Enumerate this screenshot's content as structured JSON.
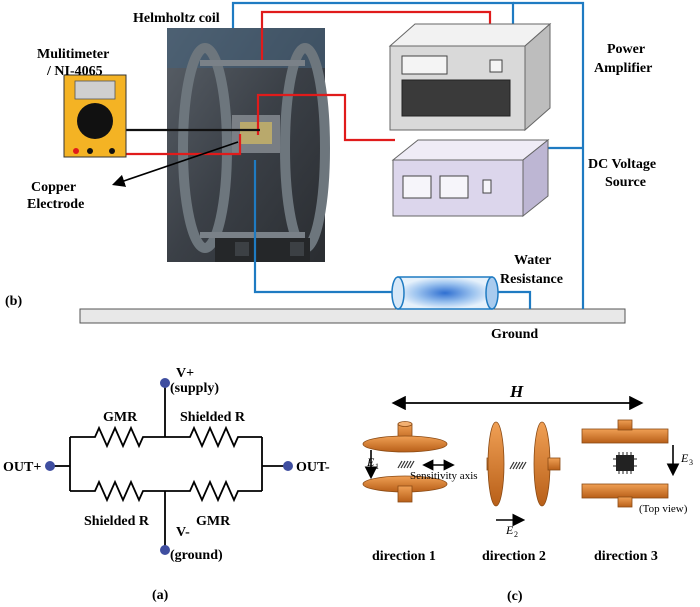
{
  "setup": {
    "helmholtz_coil": "Helmholtz coil",
    "multimeter_line1": "Mulitimeter",
    "multimeter_line2": "/ NI-4065",
    "power_amplifier_line1": "Power",
    "power_amplifier_line2": "Amplifier",
    "dc_source_line1": "DC Voltage",
    "dc_source_line2": "Source",
    "copper_electrode_line1": "Copper",
    "copper_electrode_line2": "Electrode",
    "water_resistance_line1": "Water",
    "water_resistance_line2": "Resistance",
    "ground": "Ground",
    "panel_label": "(b)"
  },
  "bridge": {
    "v_plus": "V+",
    "supply": "(supply)",
    "v_minus": "V-",
    "ground": "(ground)",
    "gmr_top_left": "GMR",
    "shielded_top_right": "Shielded R",
    "shielded_bottom_left": "Shielded R",
    "gmr_bottom_right": "GMR",
    "out_plus": "OUT+",
    "out_minus": "OUT-",
    "panel_label": "(a)"
  },
  "directions": {
    "field_label": "H",
    "e1": "E",
    "e1_sub": "1",
    "e2": "E",
    "e2_sub": "2",
    "e3": "E",
    "e3_sub": "3",
    "sensitivity_axis": "Sensitivity axis",
    "top_view": "(Top view)",
    "direction1": "direction 1",
    "direction2": "direction 2",
    "direction3": "direction 3",
    "panel_label": "(c)"
  },
  "colors": {
    "wire_red": "#e01b1b",
    "wire_blue": "#1f7bc2",
    "electrode_orange": "#d9782a",
    "multimeter_yellow": "#f4b324",
    "dc_source_purple": "#dcd6ec"
  }
}
